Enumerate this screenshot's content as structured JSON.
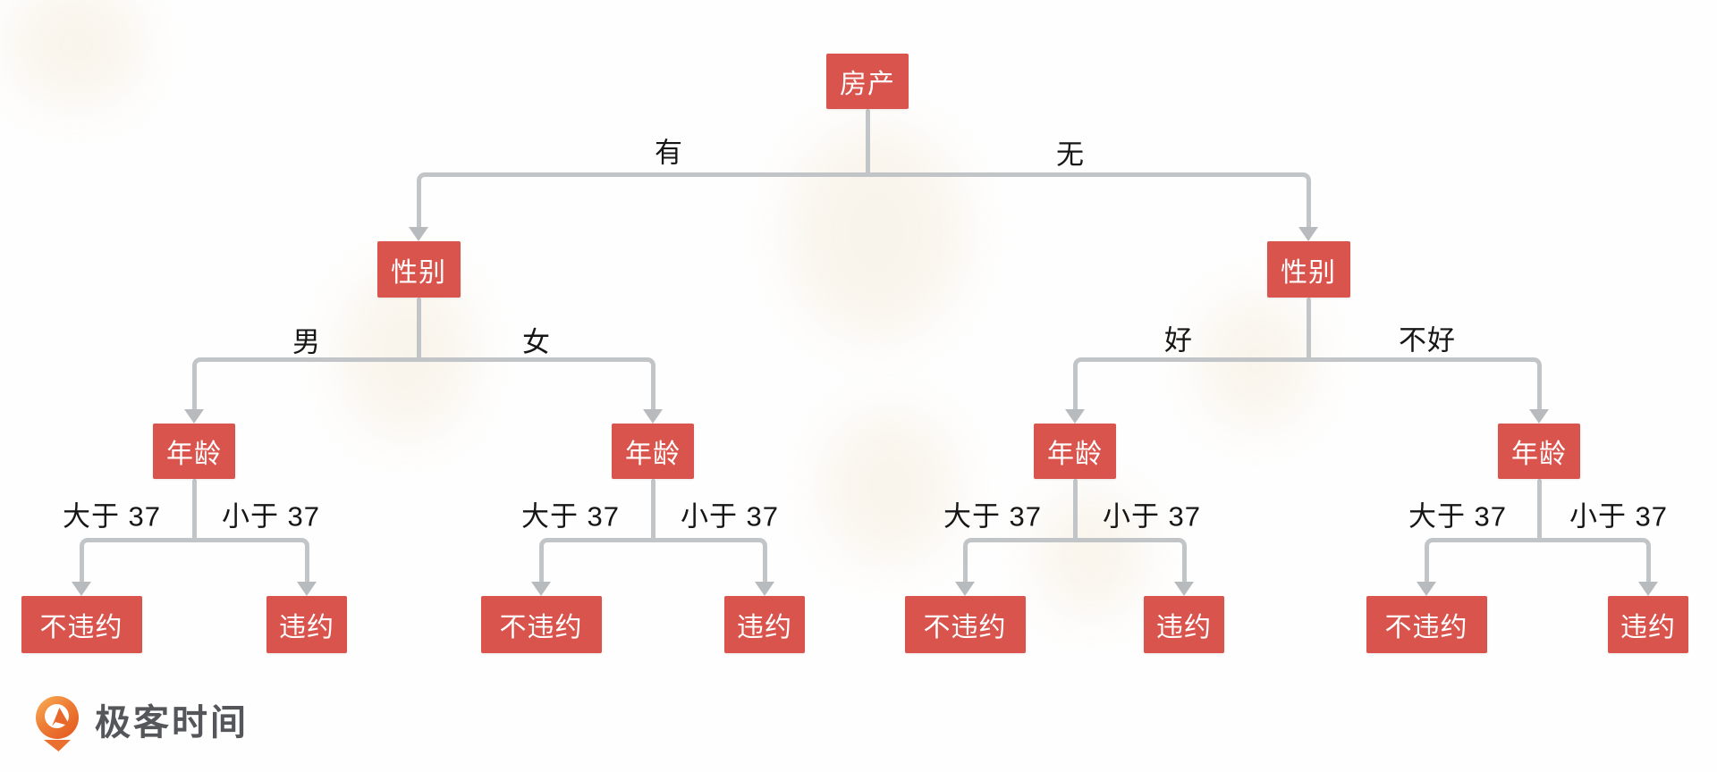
{
  "diagram": {
    "type": "decision-tree",
    "node_color": "#d8544d",
    "line_color": "#c2c5c8",
    "nodes": [
      {
        "id": "root",
        "label": "房产"
      },
      {
        "id": "sex-left",
        "label": "性别"
      },
      {
        "id": "sex-right",
        "label": "性别"
      },
      {
        "id": "age-1",
        "label": "年龄"
      },
      {
        "id": "age-2",
        "label": "年龄"
      },
      {
        "id": "age-3",
        "label": "年龄"
      },
      {
        "id": "age-4",
        "label": "年龄"
      },
      {
        "id": "leaf-1",
        "label": "不违约"
      },
      {
        "id": "leaf-2",
        "label": "违约"
      },
      {
        "id": "leaf-3",
        "label": "不违约"
      },
      {
        "id": "leaf-4",
        "label": "违约"
      },
      {
        "id": "leaf-5",
        "label": "不违约"
      },
      {
        "id": "leaf-6",
        "label": "违约"
      },
      {
        "id": "leaf-7",
        "label": "不违约"
      },
      {
        "id": "leaf-8",
        "label": "违约"
      }
    ],
    "edges": [
      {
        "from": "root",
        "to": "sex-left",
        "label": "有"
      },
      {
        "from": "root",
        "to": "sex-right",
        "label": "无"
      },
      {
        "from": "sex-left",
        "to": "age-1",
        "label": "男"
      },
      {
        "from": "sex-left",
        "to": "age-2",
        "label": "女"
      },
      {
        "from": "sex-right",
        "to": "age-3",
        "label": "好"
      },
      {
        "from": "sex-right",
        "to": "age-4",
        "label": "不好"
      },
      {
        "from": "age-1",
        "to": "leaf-1",
        "label": "大于 37"
      },
      {
        "from": "age-1",
        "to": "leaf-2",
        "label": "小于 37"
      },
      {
        "from": "age-2",
        "to": "leaf-3",
        "label": "大于 37"
      },
      {
        "from": "age-2",
        "to": "leaf-4",
        "label": "小于 37"
      },
      {
        "from": "age-3",
        "to": "leaf-5",
        "label": "大于 37"
      },
      {
        "from": "age-3",
        "to": "leaf-6",
        "label": "小于 37"
      },
      {
        "from": "age-4",
        "to": "leaf-7",
        "label": "大于 37"
      },
      {
        "from": "age-4",
        "to": "leaf-8",
        "label": "小于 37"
      }
    ]
  },
  "footer": {
    "brand": "极客时间"
  }
}
